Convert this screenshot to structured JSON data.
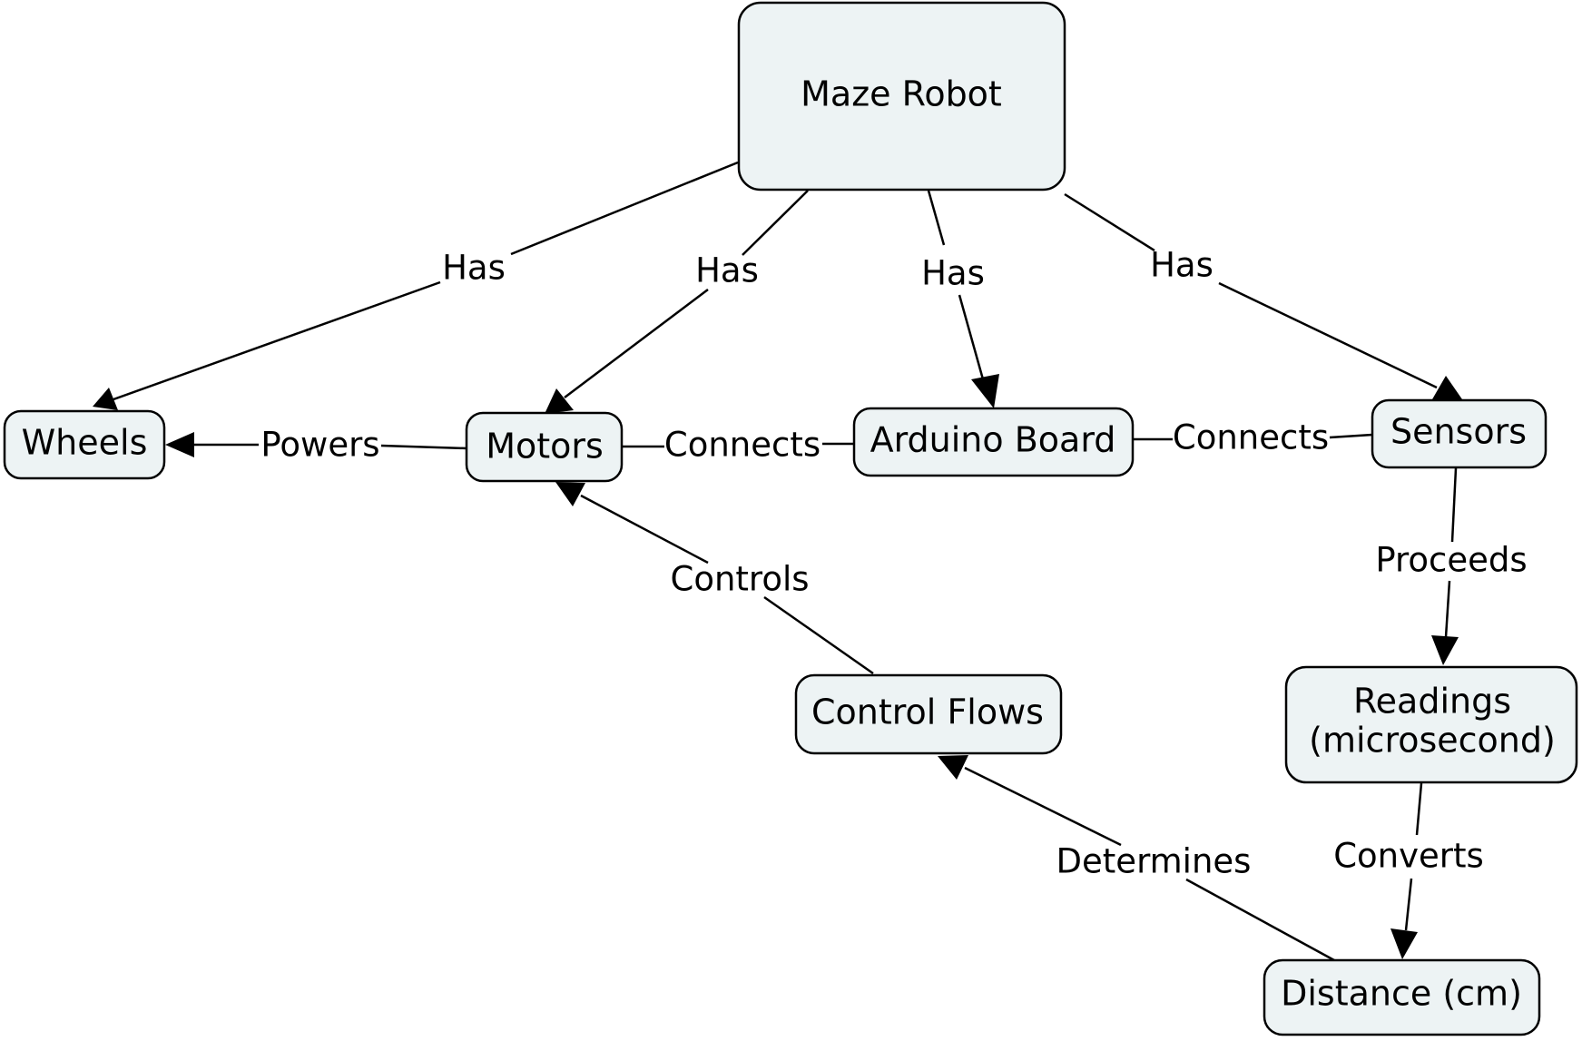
{
  "nodes": {
    "maze_robot": "Maze Robot",
    "wheels": "Wheels",
    "motors": "Motors",
    "arduino_board": "Arduino Board",
    "sensors": "Sensors",
    "control_flows": "Control Flows",
    "readings_line1": "Readings",
    "readings_line2": "(microsecond)",
    "distance": "Distance (cm)"
  },
  "links": {
    "robot_wheels": "Has",
    "robot_motors": "Has",
    "robot_arduino": "Has",
    "robot_sensors": "Has",
    "motors_wheels": "Powers",
    "motors_arduino": "Connects",
    "arduino_sensors": "Connects",
    "controlflows_motors": "Controls",
    "sensors_readings": "Proceeds",
    "readings_distance": "Converts",
    "distance_controlflows": "Determines"
  },
  "colors": {
    "node_fill": "#edf3f4",
    "stroke": "#000000"
  }
}
